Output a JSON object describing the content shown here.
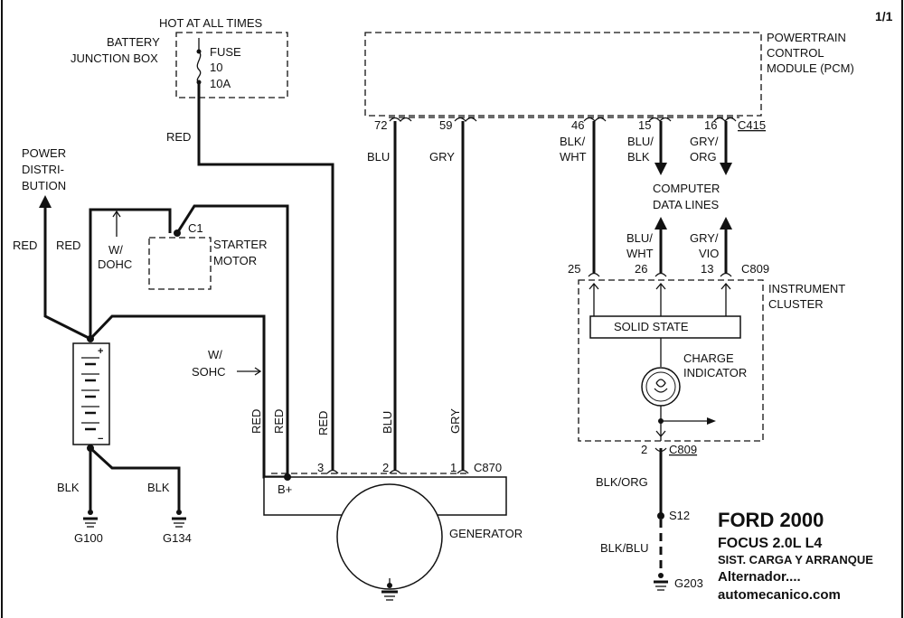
{
  "page_number": "1/1",
  "fuse": {
    "hot_label": "HOT AT ALL TIMES",
    "box_line1": "BATTERY",
    "box_line2": "JUNCTION BOX",
    "name": "FUSE",
    "number": "10",
    "rating": "10A"
  },
  "pcm": {
    "line1": "POWERTRAIN",
    "line2": "CONTROL",
    "line3": "MODULE (PCM)",
    "connector": "C415"
  },
  "pcm_pins": [
    {
      "pin": "72",
      "color": "BLU"
    },
    {
      "pin": "59",
      "color": "GRY"
    },
    {
      "pin": "46",
      "color1": "BLK/",
      "color2": "WHT"
    },
    {
      "pin": "15",
      "color1": "BLU/",
      "color2": "BLK"
    },
    {
      "pin": "16",
      "color1": "GRY/",
      "color2": "ORG"
    }
  ],
  "data_lines": {
    "line1": "COMPUTER",
    "line2": "DATA LINES"
  },
  "cluster_pins": [
    {
      "pin": "25"
    },
    {
      "pin": "26",
      "color1": "BLU/",
      "color2": "WHT"
    },
    {
      "pin": "13",
      "color1": "GRY/",
      "color2": "VIO"
    }
  ],
  "cluster": {
    "connector": "C809",
    "line1": "INSTRUMENT",
    "line2": "CLUSTER",
    "solid_state": "SOLID STATE",
    "charge1": "CHARGE",
    "charge2": "INDICATOR",
    "lower_pin": "2",
    "lower_connector": "C809"
  },
  "power_dist": {
    "line1": "POWER",
    "line2": "DISTRI-",
    "line3": "BUTION"
  },
  "starter": {
    "connector": "C1",
    "line1": "STARTER",
    "line2": "MOTOR",
    "dohc1": "W/",
    "dohc2": "DOHC",
    "sohc1": "W/",
    "sohc2": "SOHC"
  },
  "wires": {
    "red": "RED",
    "blu": "BLU",
    "gry": "GRY",
    "blk": "BLK",
    "blk_org": "BLK/ORG",
    "blk_blu": "BLK/BLU"
  },
  "grounds": {
    "g100": "G100",
    "g134": "G134",
    "g203": "G203",
    "splice": "S12"
  },
  "generator": {
    "label": "GENERATOR",
    "bplus": "B+",
    "connector": "C870",
    "pin3": "3",
    "pin2": "2",
    "pin1": "1"
  },
  "battery": {
    "plus": "+",
    "minus": "−"
  },
  "title": {
    "brand": "FORD 2000",
    "model": "FOCUS  2.0L  L4",
    "system": "SIST. CARGA Y ARRANQUE",
    "part": "Alternador....",
    "site": "automecanico.com"
  }
}
